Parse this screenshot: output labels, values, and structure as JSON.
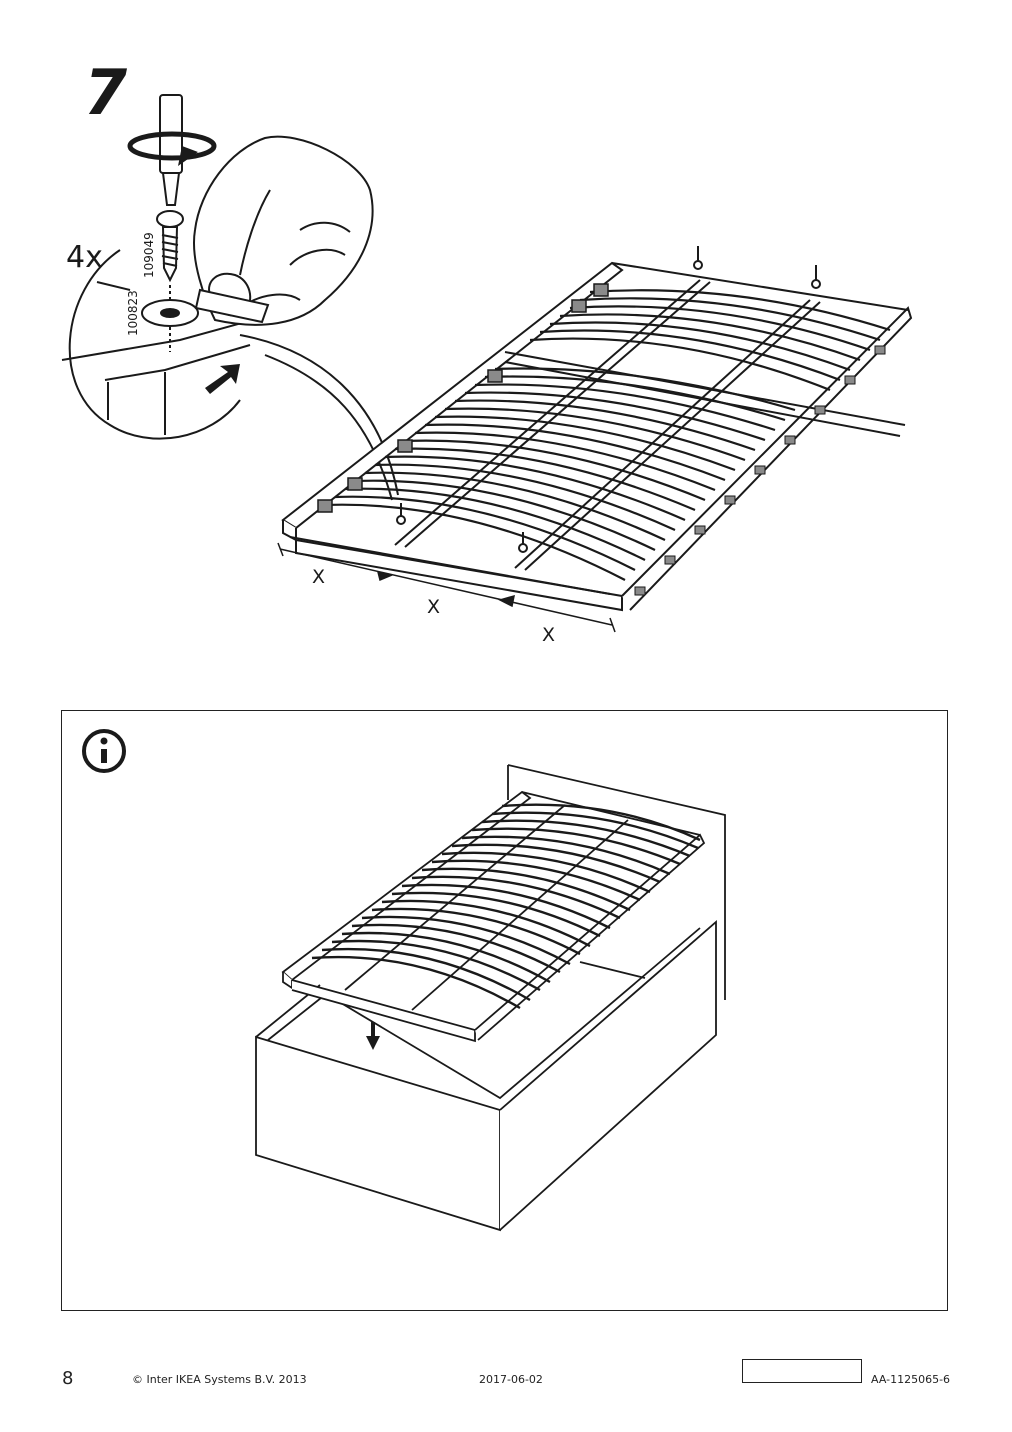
{
  "step": {
    "number": "7",
    "quantity": "4x",
    "part_numbers": [
      "109049",
      "100823"
    ],
    "dimension_labels": [
      "X",
      "X",
      "X"
    ]
  },
  "info": {
    "icon": "info-icon"
  },
  "footer": {
    "page_number": "8",
    "copyright": "© Inter IKEA Systems B.V. 2013",
    "date": "2017-06-02",
    "doc_code": "AA-1125065-6"
  },
  "colors": {
    "line": "#1a1a1a",
    "slat_fill": "#6f6f6f",
    "paper": "#ffffff"
  }
}
